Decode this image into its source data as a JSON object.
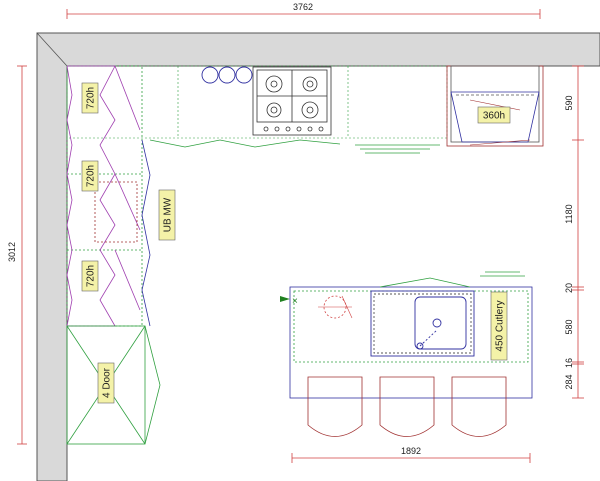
{
  "dimensions": {
    "top_width": "3762",
    "left_height": "3012",
    "island_width": "1892",
    "right_590": "590",
    "right_1180": "1180",
    "right_20": "20",
    "right_580": "580",
    "right_16": "16",
    "right_284": "284"
  },
  "unit_labels": {
    "left_top": "720h",
    "left_mid": "720h",
    "left_low": "720h",
    "four_door": "4 Door",
    "ub_mw": "UB MW",
    "hood": "360h",
    "cutlery": "450 Cutlery"
  },
  "colors": {
    "wall_fill": "#d9d9d9",
    "wall_line": "#555555",
    "dimension_red": "#d04040",
    "cabinet_magenta": "#a040b0",
    "cabinet_green": "#30a040",
    "island_blue": "#3030a0",
    "stool_brown": "#a03030",
    "label_fill": "#f4f2a8"
  }
}
